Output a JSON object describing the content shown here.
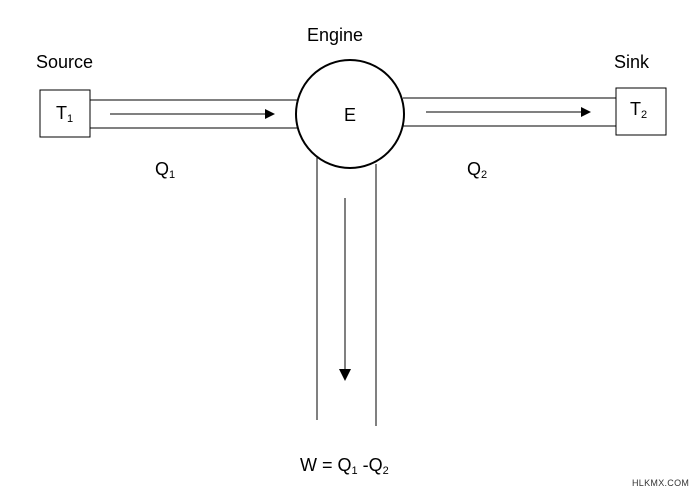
{
  "labels": {
    "engine": "Engine",
    "source": "Source",
    "sink": "Sink",
    "engine_symbol": "E",
    "t1_base": "T",
    "t1_sub": "1",
    "t2_base": "T",
    "t2_sub": "2",
    "q1_base": "Q",
    "q1_sub": "1",
    "q2_base": "Q",
    "q2_sub": "2",
    "work_prefix": "W = Q",
    "work_sub1": "1",
    "work_mid": " -Q",
    "work_sub2": "2"
  },
  "watermark": "HLKMX.COM",
  "colors": {
    "stroke": "#000000",
    "background": "#ffffff"
  }
}
